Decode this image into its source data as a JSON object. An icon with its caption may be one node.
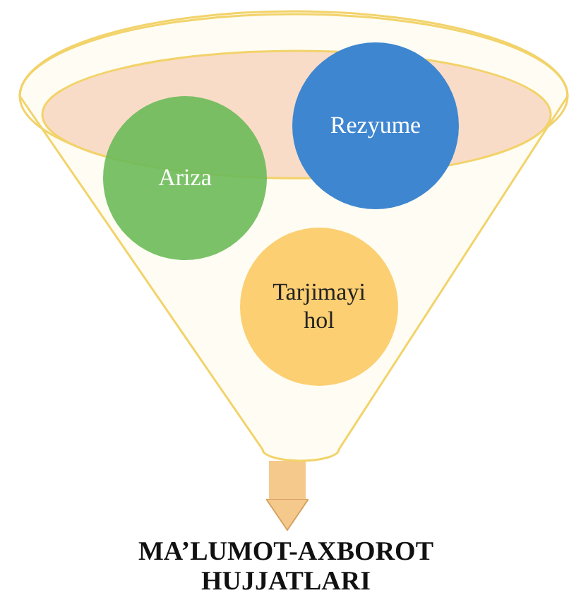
{
  "diagram": {
    "nodes": [
      {
        "text": [],
        "shape": "funnel"
      },
      {
        "text": [
          "Ariza"
        ],
        "in": 0
      },
      {
        "text": [
          "Rezyume"
        ],
        "in": 0
      },
      {
        "text": [
          "Tarjimayi hol"
        ],
        "in": 0
      },
      {
        "text": [
          "MA’LUMOT-AXBOROT HUJJATLARI"
        ]
      }
    ],
    "edges": [
      {
        "from": 0,
        "to": 4,
        "arrow": "to"
      }
    ]
  }
}
